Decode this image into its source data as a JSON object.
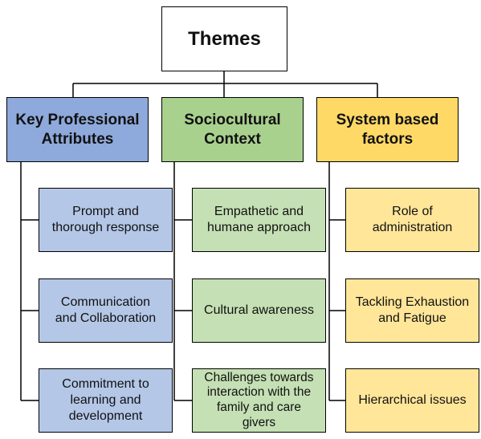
{
  "root": {
    "label": "Themes"
  },
  "columns": [
    {
      "label_lines": [
        "Key Professional",
        "Attributes"
      ],
      "items": [
        {
          "lines": [
            "Prompt and",
            "thorough response"
          ]
        },
        {
          "lines": [
            "Communication",
            "and Collaboration"
          ]
        },
        {
          "lines": [
            "Commitment to",
            "learning and",
            "development"
          ]
        }
      ]
    },
    {
      "label_lines": [
        "Sociocultural",
        "Context"
      ],
      "items": [
        {
          "lines": [
            "Empathetic and",
            "humane approach"
          ]
        },
        {
          "lines": [
            "Cultural awareness"
          ]
        },
        {
          "lines": [
            "Challenges towards",
            "interaction with the",
            "family and care",
            "givers"
          ]
        }
      ]
    },
    {
      "label_lines": [
        "System based",
        "factors"
      ],
      "items": [
        {
          "lines": [
            "Role of",
            "administration"
          ]
        },
        {
          "lines": [
            "Tackling Exhaustion",
            "and Fatigue"
          ]
        },
        {
          "lines": [
            "Hierarchical issues"
          ]
        }
      ]
    }
  ],
  "colors": {
    "header": [
      "#8ea9db",
      "#a9d18e",
      "#ffd966"
    ],
    "leaf": [
      "#b4c7e7",
      "#c5e0b4",
      "#ffe699"
    ],
    "line": "#000000"
  }
}
